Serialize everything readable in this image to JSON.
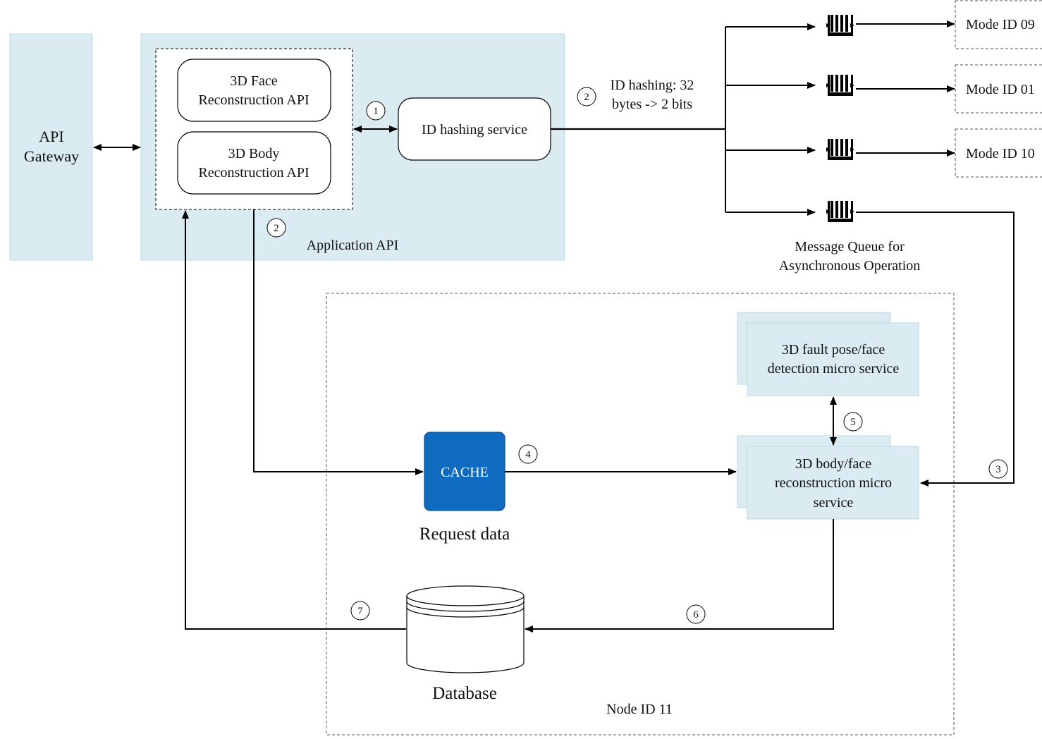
{
  "colors": {
    "panel_blue": "#daebf2",
    "panel_border": "#bcd9e6",
    "cache_fill": "#0f6bbf",
    "cache_border": "#0a4f8f",
    "line": "#000000"
  },
  "api_gateway": {
    "line1": "API",
    "line2": "Gateway"
  },
  "application_api": {
    "label": "Application API",
    "face_api": {
      "line1": "3D Face",
      "line2": "Reconstruction API"
    },
    "body_api": {
      "line1": "3D Body",
      "line2": "Reconstruction API"
    }
  },
  "id_hashing_service": {
    "label": "ID hashing service"
  },
  "hashing_note": {
    "line1": "ID hashing: 32",
    "line2": "bytes -> 2 bits"
  },
  "message_queue": {
    "icon": "queue-icon",
    "line1": "Message Queue for",
    "line2": "Asynchronous Operation"
  },
  "mode_nodes": [
    "Mode ID 09",
    "Mode ID 01",
    "Mode ID 10"
  ],
  "node_group": {
    "label": "Node ID 11"
  },
  "fault_detection": {
    "line1": "3D fault pose/face",
    "line2": "detection micro service"
  },
  "reconstruction_service": {
    "line1": "3D body/face",
    "line2": "reconstruction micro",
    "line3": "service"
  },
  "cache": {
    "label": "CACHE",
    "caption": "Request data"
  },
  "database": {
    "icon": "database-icon",
    "caption": "Database"
  },
  "steps": {
    "s1": "1",
    "s2a": "2",
    "s2b": "2",
    "s3": "3",
    "s4": "4",
    "s5": "5",
    "s6": "6",
    "s7": "7"
  }
}
